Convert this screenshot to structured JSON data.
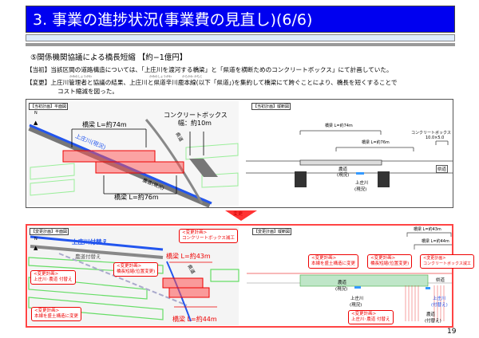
{
  "title": "3. 事業の進捗状況(事業費の見直し)(6/6)",
  "subtitle": "⑤関係機関協議による橋長短縮 【約−1億円】",
  "para_original": "【当初】当該区間の道路構造については、「上庄川を渡河する橋梁」と「県道を横断ためのコンクリートボックス」にて計画していた。",
  "para_change_1": "【変更】上庄川管理者と協議の結果、上庄川と県道辛川鹿本線(以下「県道」)を集約して橋梁にて跨ぐことにより、橋長を短くすることで",
  "para_change_2": "コスト縮減を図った。",
  "ruby": {
    "kamisho1": "かみのしょうがわ",
    "kamisho2": "かみのしょうがわ",
    "karakawa": "からかわ かもと"
  },
  "original": {
    "plan_tag": "【当初計画】平面図",
    "section_tag": "【当初計画】縦断図",
    "north": "N",
    "bridge74": "橋梁 L=約74m",
    "bridge76": "橋梁 L=約76m",
    "box_title": "コンクリートボックス",
    "box_width": "幅：約10m",
    "river": "上庄川(現況)",
    "prefroad": "県道",
    "farmroad": "農道(現況)",
    "sec_bridge74": "橋梁 L=約74m",
    "sec_bridge76": "橋梁 L=約76m",
    "sec_box": "コンクリートボックス",
    "sec_box_size": "10.0×5.0",
    "sec_farm": "農道",
    "sec_farm2": "(現況)",
    "sec_river": "上庄川",
    "sec_river2": "(現況)",
    "sec_pref": "県道"
  },
  "change_label": "変更",
  "changed": {
    "plan_tag": "【変更計画】平面図",
    "section_tag": "【変更計画】縦断図",
    "north": "N",
    "river_realign": "上庄川付替え",
    "farm_realign": "農道付替え",
    "prefroad": "県道",
    "bridge43": "橋梁 L=約43m",
    "bridge44": "橋梁 L=約44m",
    "c_box_removed": [
      "<変更計画>",
      "コンクリートボックス減工"
    ],
    "c_shorten": [
      "<変更計画>",
      "橋長短縮(位置変更)"
    ],
    "c_river_farm": [
      "<変更計画>",
      "上庄川･農道 付替え"
    ],
    "c_embank": [
      "<変更計画>",
      "本線を盛土構造に変更"
    ],
    "sec_bridge43": "橋梁 L=約43m",
    "sec_bridge44": "橋梁 L=約44m",
    "sec_farm": "農道",
    "sec_farm2": "(現況)",
    "sec_river": "上庄川",
    "sec_river2": "(現況)",
    "sec_pref": "県道",
    "sec_newriver": "上庄川",
    "sec_newriver2": "(付替え)",
    "sec_newfarm": "農道",
    "sec_newfarm2": "(付替え)"
  },
  "page_number": "19",
  "colors": {
    "title_bg": "#0000f0",
    "accent_red": "#ee0000",
    "river_blue": "#2255ee"
  }
}
